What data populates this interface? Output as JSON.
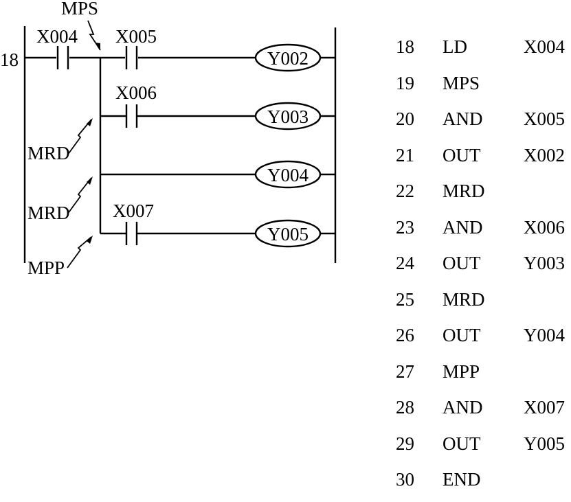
{
  "ladder": {
    "rung_step": "18",
    "stack_labels": {
      "mps": "MPS",
      "mrd_1": "MRD",
      "mrd_2": "MRD",
      "mpp": "MPP"
    },
    "contacts": {
      "c1": "X004",
      "c2": "X005",
      "c3": "X006",
      "c4": "X007"
    },
    "coils": {
      "k1": "Y002",
      "k2": "Y003",
      "k3": "Y004",
      "k4": "Y005"
    }
  },
  "program": [
    {
      "step": "18",
      "op": "LD",
      "arg": "X004"
    },
    {
      "step": "19",
      "op": "MPS",
      "arg": ""
    },
    {
      "step": "20",
      "op": "AND",
      "arg": "X005"
    },
    {
      "step": "21",
      "op": "OUT",
      "arg": "X002"
    },
    {
      "step": "22",
      "op": "MRD",
      "arg": ""
    },
    {
      "step": "23",
      "op": "AND",
      "arg": "X006"
    },
    {
      "step": "24",
      "op": "OUT",
      "arg": "Y003"
    },
    {
      "step": "25",
      "op": "MRD",
      "arg": ""
    },
    {
      "step": "26",
      "op": "OUT",
      "arg": "Y004"
    },
    {
      "step": "27",
      "op": "MPP",
      "arg": ""
    },
    {
      "step": "28",
      "op": "AND",
      "arg": "X007"
    },
    {
      "step": "29",
      "op": "OUT",
      "arg": "Y005"
    },
    {
      "step": "30",
      "op": "END",
      "arg": ""
    }
  ]
}
